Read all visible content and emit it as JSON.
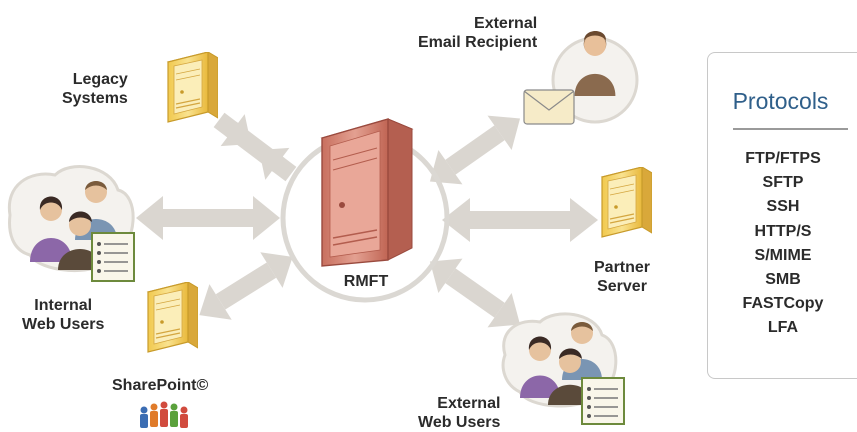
{
  "nodes": {
    "center": "RMFT",
    "legacy": [
      "Legacy",
      "Systems"
    ],
    "email": [
      "External",
      "Email Recipient"
    ],
    "internal": [
      "Internal",
      "Web Users"
    ],
    "partner": [
      "Partner",
      "Server"
    ],
    "sharepoint": "SharePoint©",
    "external_web": [
      "External",
      "Web Users"
    ]
  },
  "protocols": {
    "title": "Protocols",
    "items": [
      "FTP/FTPS",
      "SFTP",
      "SSH",
      "HTTP/S",
      "S/MIME",
      "SMB",
      "FASTCopy",
      "LFA"
    ]
  },
  "colors": {
    "arrow": "#dad6d0",
    "ring": "#dbd8d3",
    "server_body": "#f5d56e",
    "server_front": "#f9e7a8",
    "server_edge": "#c89b2b",
    "rmft_body": "#d9887a",
    "rmft_edge": "#9a4a3e",
    "title_blue": "#2f5f8a"
  }
}
